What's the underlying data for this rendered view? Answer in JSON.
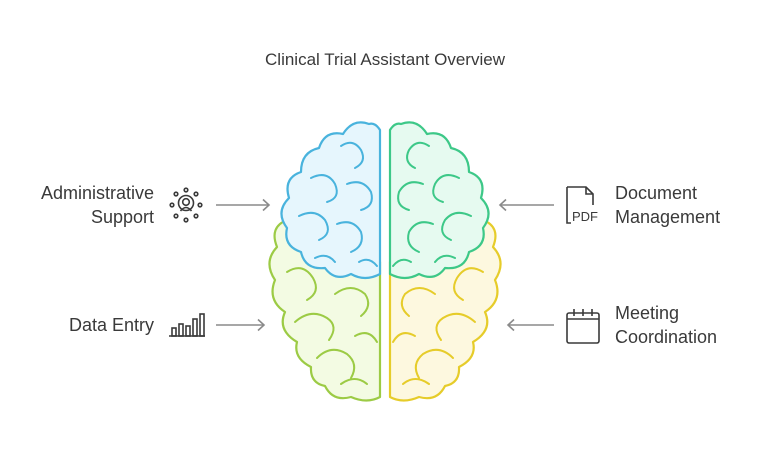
{
  "title": "Clinical Trial Assistant Overview",
  "items": [
    {
      "id": "admin",
      "lines": [
        "Administrative",
        "Support"
      ],
      "icon": "network-person-icon"
    },
    {
      "id": "data",
      "lines": [
        "Data Entry"
      ],
      "icon": "bar-chart-icon"
    },
    {
      "id": "docs",
      "lines": [
        "Document",
        "Management"
      ],
      "icon": "pdf-file-icon"
    },
    {
      "id": "meet",
      "lines": [
        "Meeting",
        "Coordination"
      ],
      "icon": "calendar-icon"
    }
  ],
  "colors": {
    "blue": "#49b3dd",
    "blue_fill": "#e6f6fd",
    "green": "#3dc888",
    "green_fill": "#e6faf0",
    "lime": "#9ccb45",
    "lime_fill": "#f3fbe3",
    "yellow": "#e6cc2a",
    "yellow_fill": "#fdf8df",
    "arrow": "#8a8a8a",
    "text": "#3a3a3a"
  }
}
